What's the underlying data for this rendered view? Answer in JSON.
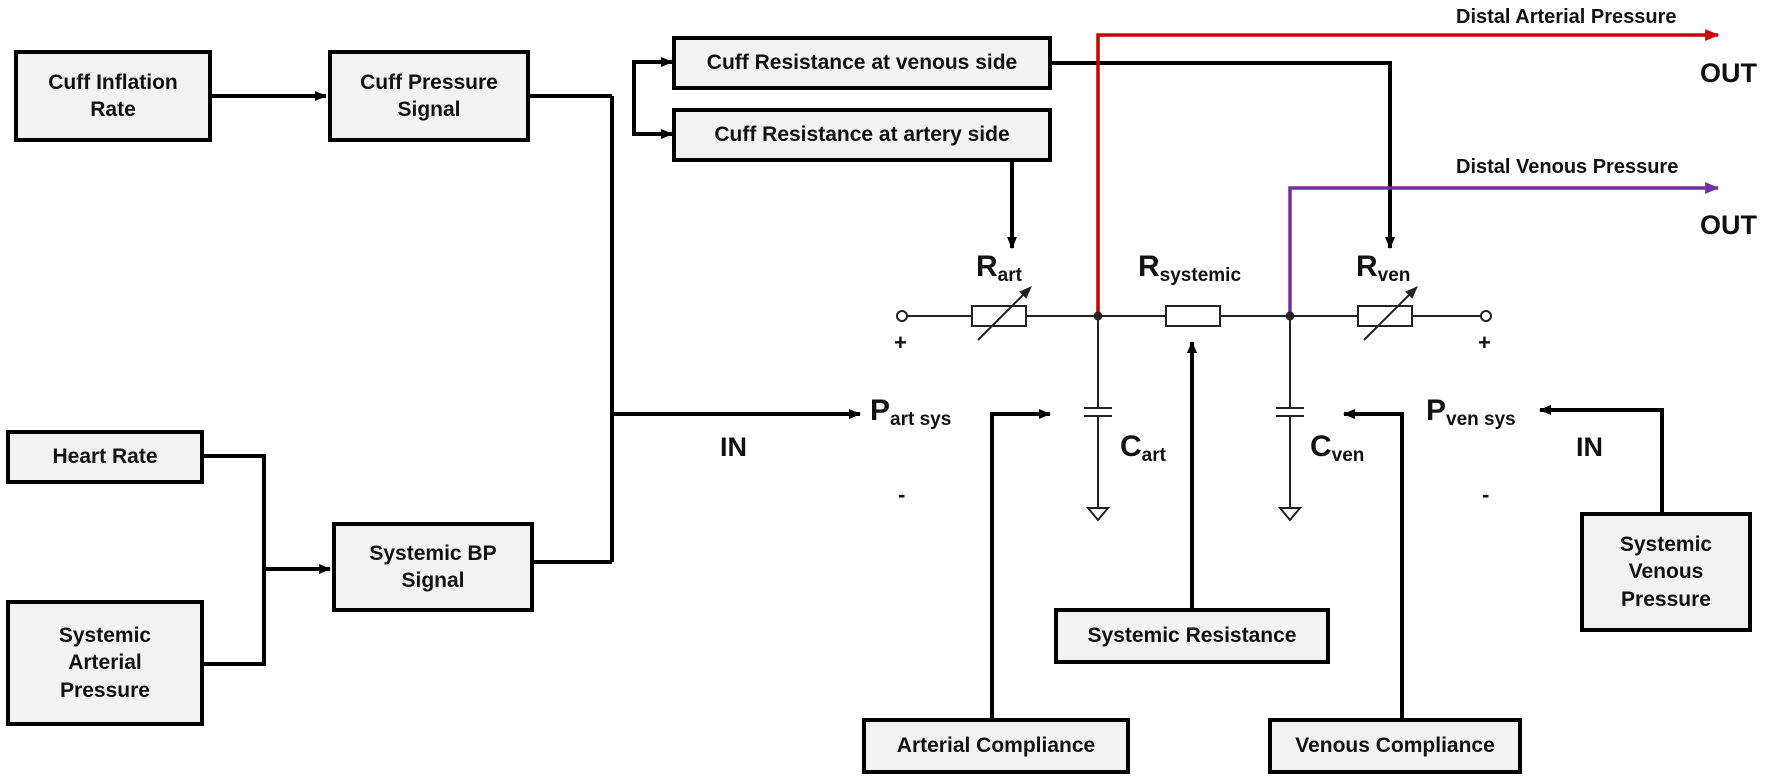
{
  "boxes": {
    "cuff_inflation_rate": "Cuff Inflation\nRate",
    "cuff_pressure_signal": "Cuff Pressure\nSignal",
    "cuff_res_venous": "Cuff Resistance at venous side",
    "cuff_res_artery": "Cuff Resistance at artery side",
    "heart_rate": "Heart Rate",
    "systemic_arterial_pressure": "Systemic\nArterial\nPressure",
    "systemic_bp_signal": "Systemic BP\nSignal",
    "systemic_resistance": "Systemic Resistance",
    "systemic_venous_pressure": "Systemic\nVenous\nPressure",
    "arterial_compliance": "Arterial Compliance",
    "venous_compliance": "Venous Compliance"
  },
  "outputs": {
    "distal_arterial": "Distal Arterial Pressure",
    "distal_venous": "Distal Venous Pressure",
    "out": "OUT"
  },
  "inputs": {
    "in": "IN"
  },
  "symbols": {
    "r_art": {
      "main": "R",
      "sub": "art"
    },
    "r_systemic": {
      "main": "R",
      "sub": "systemic"
    },
    "r_ven": {
      "main": "R",
      "sub": "ven"
    },
    "c_art": {
      "main": "C",
      "sub": "art"
    },
    "c_ven": {
      "main": "C",
      "sub": "ven"
    },
    "p_art_sys": {
      "main": "P",
      "sub": "art sys"
    },
    "p_ven_sys": {
      "main": "P",
      "sub": "ven sys"
    }
  },
  "polarity": {
    "plus": "+",
    "minus": "-"
  },
  "colors": {
    "arterial_line": "#cc0000",
    "venous_line": "#7030a0",
    "wire": "#000000"
  }
}
